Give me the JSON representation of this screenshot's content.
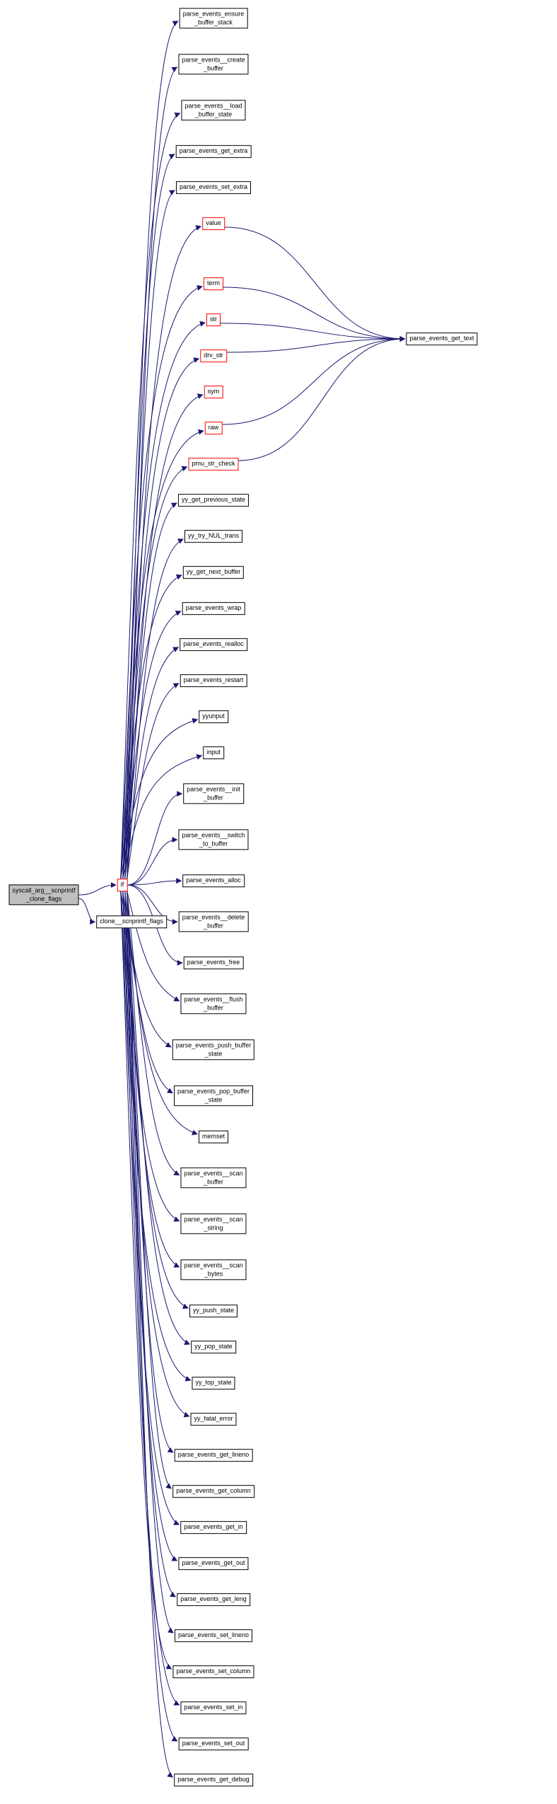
{
  "diagram": {
    "type": "call-graph",
    "background": "#ffffff",
    "edge_color": "#191970",
    "node_border_color": "#000000",
    "truncated_node_border_color": "#ff0000",
    "focus_node_fill": "#bfbfbf"
  },
  "nodes": [
    {
      "id": "syscall_arg__scnprintf_clone_flags",
      "label": "syscall_arg__scnprintf\n_clone_flags",
      "type": "focus"
    },
    {
      "id": "if",
      "label": "if",
      "type": "truncated"
    },
    {
      "id": "clone__scnprintf_flags",
      "label": "clone__scnprintf_flags",
      "type": "default"
    },
    {
      "id": "parse_events_ensure_buffer_stack",
      "label": "parse_events_ensure\n_buffer_stack",
      "type": "default"
    },
    {
      "id": "parse_events__create_buffer",
      "label": "parse_events__create\n_buffer",
      "type": "default"
    },
    {
      "id": "parse_events__load_buffer_state",
      "label": "parse_events__load\n_buffer_state",
      "type": "default"
    },
    {
      "id": "parse_events_get_extra",
      "label": "parse_events_get_extra",
      "type": "default"
    },
    {
      "id": "parse_events_set_extra",
      "label": "parse_events_set_extra",
      "type": "default"
    },
    {
      "id": "value",
      "label": "value",
      "type": "truncated"
    },
    {
      "id": "term",
      "label": "term",
      "type": "truncated"
    },
    {
      "id": "str",
      "label": "str",
      "type": "truncated"
    },
    {
      "id": "drv_str",
      "label": "drv_str",
      "type": "truncated"
    },
    {
      "id": "sym",
      "label": "sym",
      "type": "truncated"
    },
    {
      "id": "raw",
      "label": "raw",
      "type": "truncated"
    },
    {
      "id": "pmu_str_check",
      "label": "pmu_str_check",
      "type": "truncated"
    },
    {
      "id": "yy_get_previous_state",
      "label": "yy_get_previous_state",
      "type": "default"
    },
    {
      "id": "yy_try_NUL_trans",
      "label": "yy_try_NUL_trans",
      "type": "default"
    },
    {
      "id": "yy_get_next_buffer",
      "label": "yy_get_next_buffer",
      "type": "default"
    },
    {
      "id": "parse_events_wrap",
      "label": "parse_events_wrap",
      "type": "default"
    },
    {
      "id": "parse_events_realloc",
      "label": "parse_events_realloc",
      "type": "default"
    },
    {
      "id": "parse_events_restart",
      "label": "parse_events_restart",
      "type": "default"
    },
    {
      "id": "yyunput",
      "label": "yyunput",
      "type": "default"
    },
    {
      "id": "input",
      "label": "input",
      "type": "default"
    },
    {
      "id": "parse_events__init_buffer",
      "label": "parse_events__init\n_buffer",
      "type": "default"
    },
    {
      "id": "parse_events__switch_to_buffer",
      "label": "parse_events__switch\n_to_buffer",
      "type": "default"
    },
    {
      "id": "parse_events_alloc",
      "label": "parse_events_alloc",
      "type": "default"
    },
    {
      "id": "parse_events__delete_buffer",
      "label": "parse_events__delete\n_buffer",
      "type": "default"
    },
    {
      "id": "parse_events_free",
      "label": "parse_events_free",
      "type": "default"
    },
    {
      "id": "parse_events__flush_buffer",
      "label": "parse_events__flush\n_buffer",
      "type": "default"
    },
    {
      "id": "parse_events_push_buffer_state",
      "label": "parse_events_push_buffer\n_state",
      "type": "default"
    },
    {
      "id": "parse_events_pop_buffer_state",
      "label": "parse_events_pop_buffer\n_state",
      "type": "default"
    },
    {
      "id": "memset",
      "label": "memset",
      "type": "default"
    },
    {
      "id": "parse_events__scan_buffer",
      "label": "parse_events__scan\n_buffer",
      "type": "default"
    },
    {
      "id": "parse_events__scan_string",
      "label": "parse_events__scan\n_string",
      "type": "default"
    },
    {
      "id": "parse_events__scan_bytes",
      "label": "parse_events__scan\n_bytes",
      "type": "default"
    },
    {
      "id": "yy_push_state",
      "label": "yy_push_state",
      "type": "default"
    },
    {
      "id": "yy_pop_state",
      "label": "yy_pop_state",
      "type": "default"
    },
    {
      "id": "yy_top_state",
      "label": "yy_top_state",
      "type": "default"
    },
    {
      "id": "yy_fatal_error",
      "label": "yy_fatal_error",
      "type": "default"
    },
    {
      "id": "parse_events_get_lineno",
      "label": "parse_events_get_lineno",
      "type": "default"
    },
    {
      "id": "parse_events_get_column",
      "label": "parse_events_get_column",
      "type": "default"
    },
    {
      "id": "parse_events_get_in",
      "label": "parse_events_get_in",
      "type": "default"
    },
    {
      "id": "parse_events_get_out",
      "label": "parse_events_get_out",
      "type": "default"
    },
    {
      "id": "parse_events_get_leng",
      "label": "parse_events_get_leng",
      "type": "default"
    },
    {
      "id": "parse_events_set_lineno",
      "label": "parse_events_set_lineno",
      "type": "default"
    },
    {
      "id": "parse_events_set_column",
      "label": "parse_events_set_column",
      "type": "default"
    },
    {
      "id": "parse_events_set_in",
      "label": "parse_events_set_in",
      "type": "default"
    },
    {
      "id": "parse_events_set_out",
      "label": "parse_events_set_out",
      "type": "default"
    },
    {
      "id": "parse_events_get_debug",
      "label": "parse_events_get_debug",
      "type": "default"
    },
    {
      "id": "parse_events_get_text",
      "label": "parse_events_get_text",
      "type": "default"
    }
  ],
  "edges": [
    {
      "from": "syscall_arg__scnprintf_clone_flags",
      "to": "if"
    },
    {
      "from": "syscall_arg__scnprintf_clone_flags",
      "to": "clone__scnprintf_flags"
    },
    {
      "from": "if",
      "to": "parse_events_ensure_buffer_stack"
    },
    {
      "from": "if",
      "to": "parse_events__create_buffer"
    },
    {
      "from": "if",
      "to": "parse_events__load_buffer_state"
    },
    {
      "from": "if",
      "to": "parse_events_get_extra"
    },
    {
      "from": "if",
      "to": "parse_events_set_extra"
    },
    {
      "from": "if",
      "to": "value"
    },
    {
      "from": "if",
      "to": "term"
    },
    {
      "from": "if",
      "to": "str"
    },
    {
      "from": "if",
      "to": "drv_str"
    },
    {
      "from": "if",
      "to": "sym"
    },
    {
      "from": "if",
      "to": "raw"
    },
    {
      "from": "if",
      "to": "pmu_str_check"
    },
    {
      "from": "if",
      "to": "yy_get_previous_state"
    },
    {
      "from": "if",
      "to": "yy_try_NUL_trans"
    },
    {
      "from": "if",
      "to": "yy_get_next_buffer"
    },
    {
      "from": "if",
      "to": "parse_events_wrap"
    },
    {
      "from": "if",
      "to": "parse_events_realloc"
    },
    {
      "from": "if",
      "to": "parse_events_restart"
    },
    {
      "from": "if",
      "to": "yyunput"
    },
    {
      "from": "if",
      "to": "input"
    },
    {
      "from": "if",
      "to": "parse_events__init_buffer"
    },
    {
      "from": "if",
      "to": "parse_events__switch_to_buffer"
    },
    {
      "from": "if",
      "to": "parse_events_alloc"
    },
    {
      "from": "if",
      "to": "parse_events__delete_buffer"
    },
    {
      "from": "if",
      "to": "parse_events_free"
    },
    {
      "from": "if",
      "to": "parse_events__flush_buffer"
    },
    {
      "from": "if",
      "to": "parse_events_push_buffer_state"
    },
    {
      "from": "if",
      "to": "parse_events_pop_buffer_state"
    },
    {
      "from": "if",
      "to": "memset"
    },
    {
      "from": "if",
      "to": "parse_events__scan_buffer"
    },
    {
      "from": "if",
      "to": "parse_events__scan_string"
    },
    {
      "from": "if",
      "to": "parse_events__scan_bytes"
    },
    {
      "from": "if",
      "to": "yy_push_state"
    },
    {
      "from": "if",
      "to": "yy_pop_state"
    },
    {
      "from": "if",
      "to": "yy_top_state"
    },
    {
      "from": "if",
      "to": "yy_fatal_error"
    },
    {
      "from": "if",
      "to": "parse_events_get_lineno"
    },
    {
      "from": "if",
      "to": "parse_events_get_column"
    },
    {
      "from": "if",
      "to": "parse_events_get_in"
    },
    {
      "from": "if",
      "to": "parse_events_get_out"
    },
    {
      "from": "if",
      "to": "parse_events_get_leng"
    },
    {
      "from": "if",
      "to": "parse_events_set_lineno"
    },
    {
      "from": "if",
      "to": "parse_events_set_column"
    },
    {
      "from": "if",
      "to": "parse_events_set_in"
    },
    {
      "from": "if",
      "to": "parse_events_set_out"
    },
    {
      "from": "if",
      "to": "parse_events_get_debug"
    },
    {
      "from": "value",
      "to": "parse_events_get_text"
    },
    {
      "from": "term",
      "to": "parse_events_get_text"
    },
    {
      "from": "str",
      "to": "parse_events_get_text"
    },
    {
      "from": "drv_str",
      "to": "parse_events_get_text"
    },
    {
      "from": "raw",
      "to": "parse_events_get_text"
    },
    {
      "from": "pmu_str_check",
      "to": "parse_events_get_text"
    }
  ]
}
